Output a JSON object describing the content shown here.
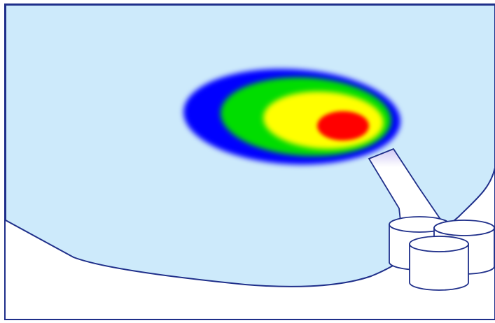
{
  "colors": {
    "background": "#ffffff",
    "frame_stroke": "#1f2f8a",
    "region_fill": "#cdeafb",
    "region_stroke": "#1f2f8a",
    "cylinder_fill": "#ffffff",
    "cylinder_stroke": "#1f2f8a",
    "pipe_fill": "#ffffff",
    "plume_outer": "#0000ff",
    "plume_level2": "#00dd00",
    "plume_level3": "#ffff00",
    "plume_core": "#ff0000"
  },
  "plume_levels": [
    "outer",
    "level2",
    "level3",
    "core"
  ],
  "storage_tanks": [
    "tank-back-left",
    "tank-back-right",
    "tank-front"
  ]
}
